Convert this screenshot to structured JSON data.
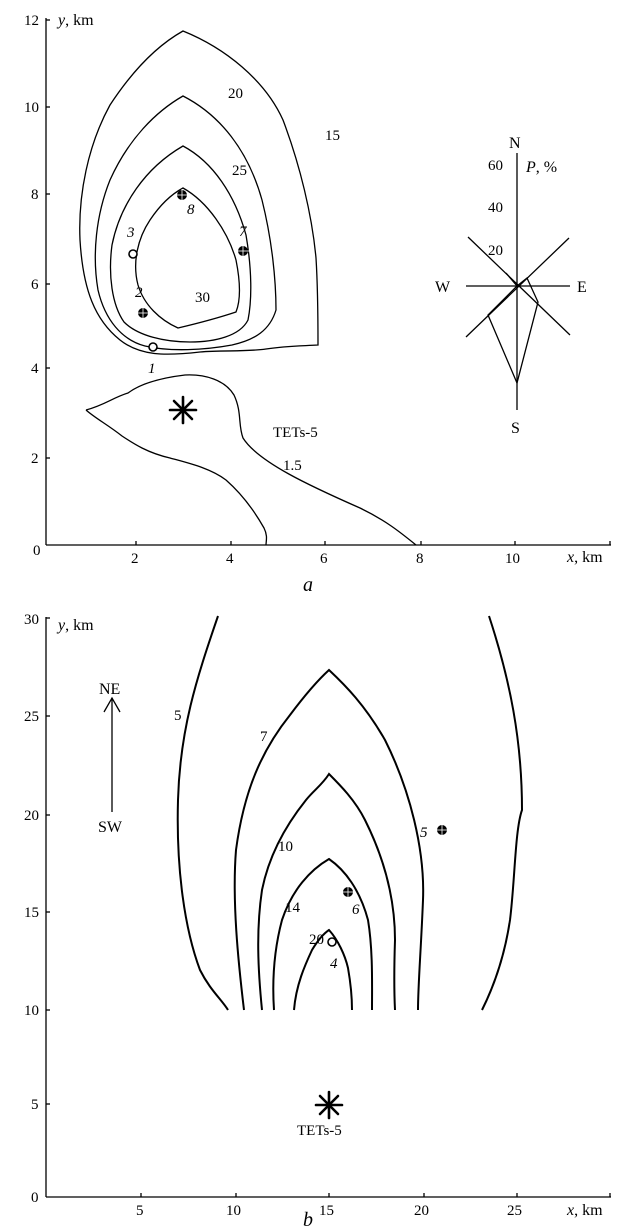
{
  "panel_a": {
    "caption": "a",
    "x_axis": {
      "label_var": "x",
      "label_unit": ", km",
      "ticks": [
        "0",
        "2",
        "4",
        "6",
        "8",
        "10"
      ]
    },
    "y_axis": {
      "label_var": "y",
      "label_unit": ", km",
      "ticks": [
        "2",
        "4",
        "6",
        "8",
        "10",
        "12"
      ]
    },
    "contour_labels": [
      "1.5",
      "15",
      "20",
      "25",
      "30"
    ],
    "points": [
      {
        "label": "1",
        "type": "open"
      },
      {
        "label": "2",
        "type": "filled"
      },
      {
        "label": "3",
        "type": "open"
      },
      {
        "label": "7",
        "type": "filled"
      },
      {
        "label": "8",
        "type": "filled"
      }
    ],
    "source_label": "TETs-5",
    "wind_rose": {
      "directions": {
        "n": "N",
        "s": "S",
        "e": "E",
        "w": "W"
      },
      "axis_label_var": "P",
      "axis_label_unit": ", %",
      "ticks": [
        "20",
        "40",
        "60"
      ]
    }
  },
  "panel_b": {
    "caption": "b",
    "x_axis": {
      "label_var": "x",
      "label_unit": ", km",
      "ticks": [
        "5",
        "10",
        "15",
        "20",
        "25"
      ]
    },
    "y_axis": {
      "label_var": "y",
      "label_unit": ", km",
      "ticks": [
        "0",
        "5",
        "10",
        "15",
        "20",
        "25",
        "30"
      ]
    },
    "contour_labels": [
      "5",
      "7",
      "10",
      "14",
      "20"
    ],
    "points": [
      {
        "label": "4",
        "type": "open"
      },
      {
        "label": "5",
        "type": "filled"
      },
      {
        "label": "6",
        "type": "filled"
      }
    ],
    "source_label": "TETs-5",
    "wind_arrow": {
      "head": "NE",
      "tail": "SW"
    }
  }
}
